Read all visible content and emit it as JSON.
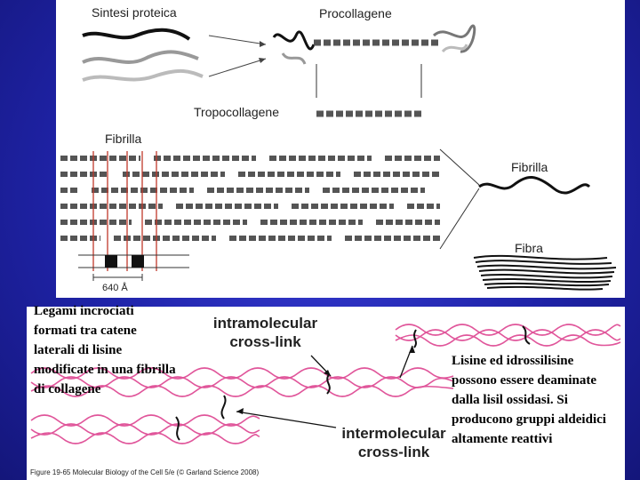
{
  "top_panel": {
    "sintesi_label": "Sintesi proteica",
    "procollagene_label": "Procollagene",
    "tropocollagene_label": "Tropocollagene",
    "fibrilla_left_label": "Fibrilla",
    "fibrilla_right_label": "Fibrilla",
    "fibra_label": "Fibra",
    "scale_label": "640 Å"
  },
  "bottom_panel": {
    "left_text": "Legami incrociati formati tra catene laterali di lisine modificate in una fibrilla di collagene",
    "intramolecular_label": "intramolecular cross-link",
    "intermolecular_label": "intermolecular cross-link",
    "right_text": "Lisine ed idrossilisine possono essere deaminate dalla lisil ossidasi. Si producono gruppi aldeidici altamente reattivi",
    "caption": "Figure 19-65 Molecular Biology of the Cell 5/e (© Garland Science 2008)",
    "helix_color": "#e0559a"
  }
}
